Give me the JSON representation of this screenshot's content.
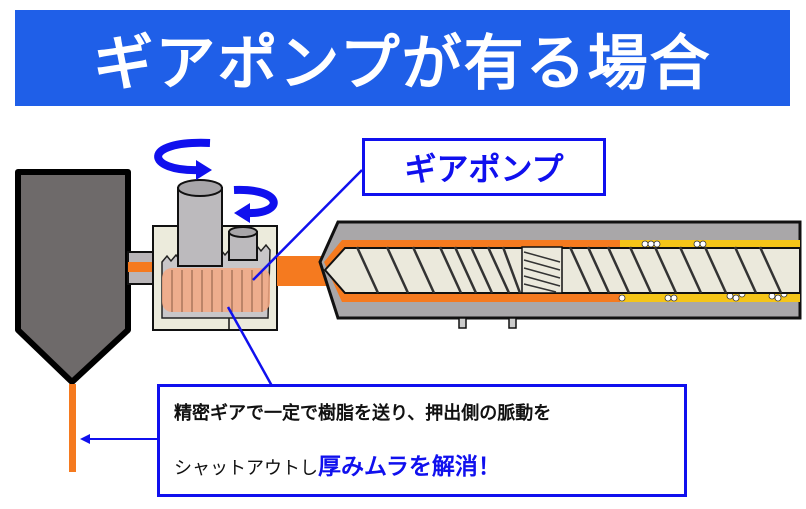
{
  "title": "ギアポンプが有る場合",
  "callout_label": "ギアポンプ",
  "note": {
    "line1": "精密ギアで一定で樹脂を送り、押出側の脈動を",
    "line2_plain": "シャットアウトし",
    "line2_emphasis": "厚みムラを解消！"
  },
  "colors": {
    "accent": "#1f5fe8",
    "callout": "#1010ee",
    "resin": "#f57a1f",
    "pellet": "#f5c518"
  }
}
